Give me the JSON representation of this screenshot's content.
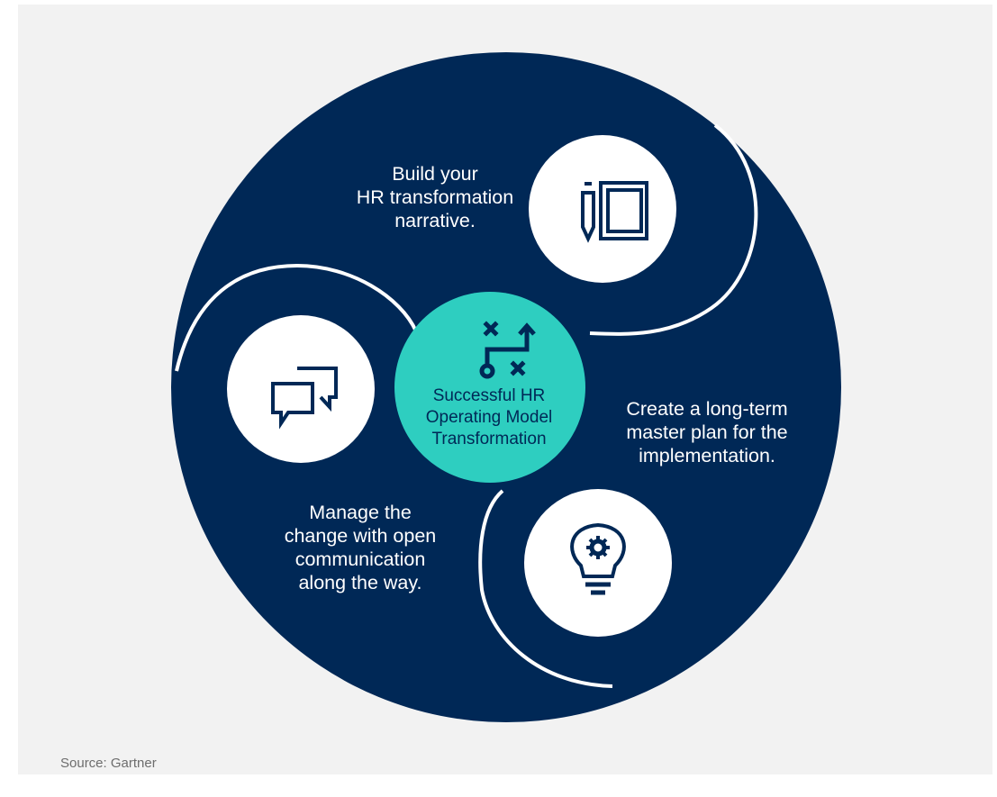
{
  "colors": {
    "background": "#f2f2f2",
    "navy": "#002856",
    "teal": "#2ecec0",
    "white": "#ffffff",
    "source_text": "#6d6d6d"
  },
  "center": {
    "icon": "strategy-path-icon",
    "title_lines": [
      "Successful HR",
      "Operating Model",
      "Transformation"
    ]
  },
  "steps": [
    {
      "icon": "notebook-pencil-icon",
      "lines": [
        "Build your",
        "HR transformation",
        "narrative."
      ]
    },
    {
      "icon": "lightbulb-gear-icon",
      "lines": [
        "Create a long-term",
        "master plan for the",
        "implementation."
      ]
    },
    {
      "icon": "chat-bubbles-icon",
      "lines": [
        "Manage the",
        "change with open",
        "communication",
        "along the way."
      ]
    }
  ],
  "source": "Source: Gartner"
}
